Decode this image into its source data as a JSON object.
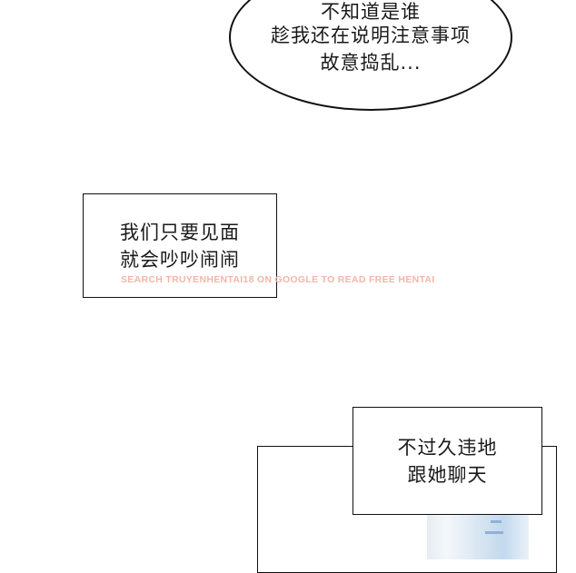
{
  "bubble": {
    "lines": [
      "不知道是谁",
      "趁我还在说明注意事项",
      "故意捣乱..."
    ]
  },
  "caption1": {
    "lines": [
      "我们只要见面",
      "就会吵吵闹闹"
    ]
  },
  "caption2": {
    "lines": [
      "不过久违地",
      "跟她聊天"
    ]
  },
  "watermark": "SEARCH TRUYENHENTAI18 ON GOOGLE TO READ FREE HENTAI"
}
